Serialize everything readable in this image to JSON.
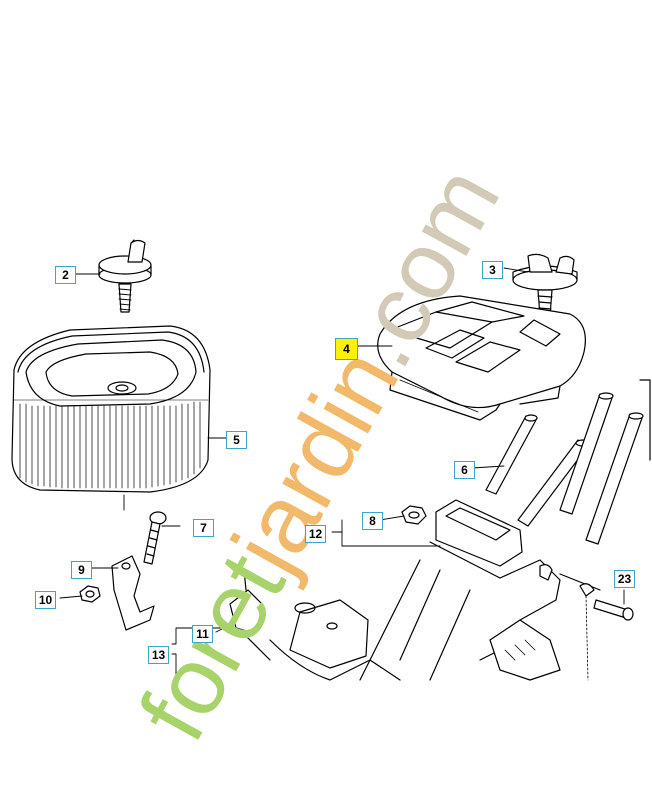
{
  "callouts": {
    "c2": "2",
    "c3": "3",
    "c4": "4",
    "c5": "5",
    "c6": "6",
    "c7": "7",
    "c8": "8",
    "c9": "9",
    "c10": "10",
    "c11": "11",
    "c12": "12",
    "c13": "13",
    "c23": "23"
  },
  "watermark": {
    "text": "foretjardin.com"
  },
  "colors": {
    "callout_border": "#3aa7c9",
    "highlight": "#fff200",
    "watermark_green": "#a8d26a",
    "watermark_orange": "#f2b96b",
    "watermark_grey": "#d2c9b6",
    "line": "#000000"
  }
}
